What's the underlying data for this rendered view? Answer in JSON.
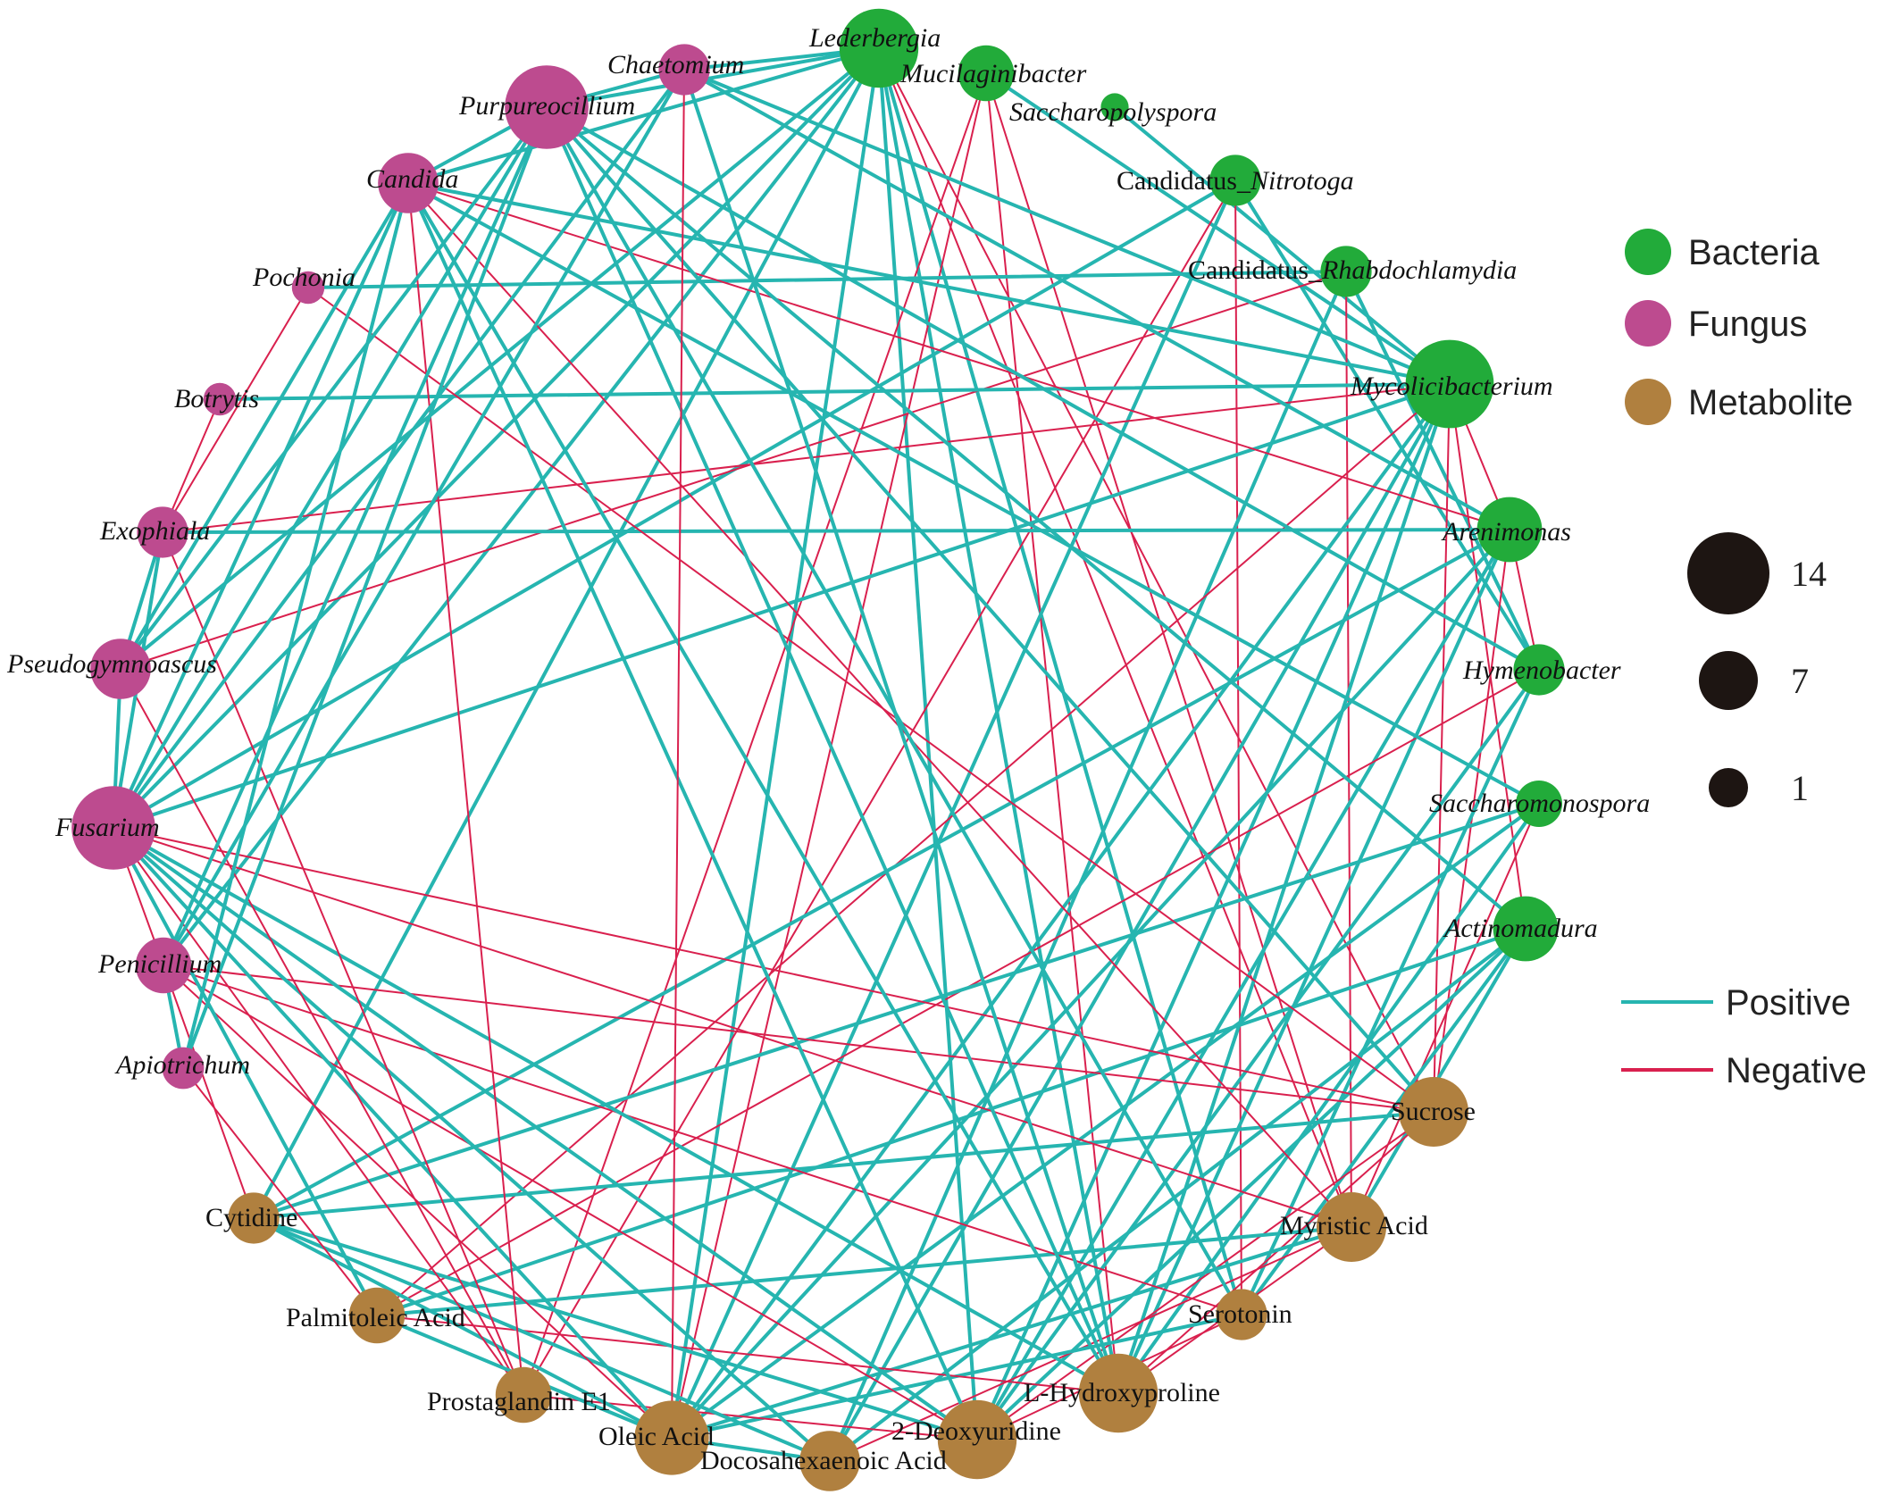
{
  "colors": {
    "bacteria": "#22ab3a",
    "fungus": "#bd4b8f",
    "metabolite": "#b0803f",
    "positive": "#26b5b0",
    "negative": "#d9204e",
    "size_legend": "#1d1512"
  },
  "legend": {
    "groups": [
      {
        "key": "bacteria",
        "label": "Bacteria"
      },
      {
        "key": "fungus",
        "label": "Fungus"
      },
      {
        "key": "metabolite",
        "label": "Metabolite"
      }
    ],
    "sizes": [
      {
        "label": "14",
        "degree": 14
      },
      {
        "label": "7",
        "degree": 7
      },
      {
        "label": "1",
        "degree": 1
      }
    ],
    "edges": [
      {
        "key": "positive",
        "label": "Positive"
      },
      {
        "key": "negative",
        "label": "Negative"
      }
    ]
  },
  "nodes": [
    {
      "id": "lederbergia",
      "prefix": "",
      "label": "Lederbergia",
      "group": "bacteria",
      "degree": 12
    },
    {
      "id": "mucilaginibacter",
      "prefix": "",
      "label": "Mucilaginibacter",
      "group": "bacteria",
      "degree": 7
    },
    {
      "id": "saccharopolyspora",
      "prefix": "",
      "label": "Saccharopolyspora",
      "group": "bacteria",
      "degree": 1
    },
    {
      "id": "nitrotoga",
      "prefix": "Candidatus_",
      "label": "Nitrotoga",
      "group": "bacteria",
      "degree": 6
    },
    {
      "id": "rhabdochlamydia",
      "prefix": "Candidatus_",
      "label": "Rhabdochlamydia",
      "group": "bacteria",
      "degree": 6
    },
    {
      "id": "mycolicibacterium",
      "prefix": "",
      "label": "Mycolicibacterium",
      "group": "bacteria",
      "degree": 14
    },
    {
      "id": "arenimonas",
      "prefix": "",
      "label": "Arenimonas",
      "group": "bacteria",
      "degree": 9
    },
    {
      "id": "hymenobacter",
      "prefix": "",
      "label": "Hymenobacter",
      "group": "bacteria",
      "degree": 6
    },
    {
      "id": "saccharomonospora",
      "prefix": "",
      "label": "Saccharomonospora",
      "group": "bacteria",
      "degree": 5
    },
    {
      "id": "actinomadura",
      "prefix": "",
      "label": "Actinomadura",
      "group": "bacteria",
      "degree": 9
    },
    {
      "id": "sucrose",
      "prefix": "",
      "label": "Sucrose",
      "group": "metabolite",
      "degree": 10
    },
    {
      "id": "myristic",
      "prefix": "",
      "label": "Myristic Acid",
      "group": "metabolite",
      "degree": 10
    },
    {
      "id": "serotonin",
      "prefix": "",
      "label": "Serotonin",
      "group": "metabolite",
      "degree": 6
    },
    {
      "id": "hydroxyproline",
      "prefix": "",
      "label": "L-Hydroxyproline",
      "group": "metabolite",
      "degree": 12
    },
    {
      "id": "deoxyuridine",
      "prefix": "",
      "label": "2-Deoxyuridine",
      "group": "metabolite",
      "degree": 12
    },
    {
      "id": "docosa",
      "prefix": "",
      "label": "Docosahexaenoic Acid",
      "group": "metabolite",
      "degree": 8
    },
    {
      "id": "oleic",
      "prefix": "",
      "label": "Oleic Acid",
      "group": "metabolite",
      "degree": 11
    },
    {
      "id": "prostaglandin",
      "prefix": "",
      "label": "Prostaglandin E1",
      "group": "metabolite",
      "degree": 7
    },
    {
      "id": "palmitoleic",
      "prefix": "",
      "label": "Palmitoleic Acid",
      "group": "metabolite",
      "degree": 7
    },
    {
      "id": "cytidine",
      "prefix": "",
      "label": "Cytidine",
      "group": "metabolite",
      "degree": 6
    },
    {
      "id": "apiotrichum",
      "prefix": "",
      "label": "Apiotrichum",
      "group": "fungus",
      "degree": 4
    },
    {
      "id": "penicillium",
      "prefix": "",
      "label": "Penicillium",
      "group": "fungus",
      "degree": 7
    },
    {
      "id": "fusarium",
      "prefix": "",
      "label": "Fusarium",
      "group": "fungus",
      "degree": 13
    },
    {
      "id": "pseudogymnoascus",
      "prefix": "",
      "label": "Pseudogymnoascus",
      "group": "fungus",
      "degree": 8
    },
    {
      "id": "exophiala",
      "prefix": "",
      "label": "Exophiala",
      "group": "fungus",
      "degree": 6
    },
    {
      "id": "botrytis",
      "prefix": "",
      "label": "Botrytis",
      "group": "fungus",
      "degree": 2
    },
    {
      "id": "pochonia",
      "prefix": "",
      "label": "Pochonia",
      "group": "fungus",
      "degree": 2
    },
    {
      "id": "candida",
      "prefix": "",
      "label": "Candida",
      "group": "fungus",
      "degree": 8
    },
    {
      "id": "purpureocillium",
      "prefix": "",
      "label": "Purpureocillium",
      "group": "fungus",
      "degree": 13
    },
    {
      "id": "chaetomium",
      "prefix": "",
      "label": "Chaetomium",
      "group": "fungus",
      "degree": 6
    }
  ],
  "edges": [
    {
      "a": "lederbergia",
      "b": "chaetomium",
      "sign": "positive"
    },
    {
      "a": "lederbergia",
      "b": "purpureocillium",
      "sign": "positive"
    },
    {
      "a": "lederbergia",
      "b": "candida",
      "sign": "positive"
    },
    {
      "a": "lederbergia",
      "b": "pseudogymnoascus",
      "sign": "positive"
    },
    {
      "a": "lederbergia",
      "b": "fusarium",
      "sign": "positive"
    },
    {
      "a": "lederbergia",
      "b": "penicillium",
      "sign": "positive"
    },
    {
      "a": "lederbergia",
      "b": "cytidine",
      "sign": "positive"
    },
    {
      "a": "lederbergia",
      "b": "oleic",
      "sign": "positive"
    },
    {
      "a": "lederbergia",
      "b": "deoxyuridine",
      "sign": "positive"
    },
    {
      "a": "lederbergia",
      "b": "hydroxyproline",
      "sign": "positive"
    },
    {
      "a": "lederbergia",
      "b": "serotonin",
      "sign": "positive"
    },
    {
      "a": "lederbergia",
      "b": "myristic",
      "sign": "negative"
    },
    {
      "a": "lederbergia",
      "b": "sucrose",
      "sign": "negative"
    },
    {
      "a": "mucilaginibacter",
      "b": "prostaglandin",
      "sign": "negative"
    },
    {
      "a": "mucilaginibacter",
      "b": "oleic",
      "sign": "negative"
    },
    {
      "a": "mucilaginibacter",
      "b": "mycolicibacterium",
      "sign": "positive"
    },
    {
      "a": "mucilaginibacter",
      "b": "myristic",
      "sign": "negative"
    },
    {
      "a": "mucilaginibacter",
      "b": "hydroxyproline",
      "sign": "negative"
    },
    {
      "a": "saccharopolyspora",
      "b": "mycolicibacterium",
      "sign": "positive"
    },
    {
      "a": "nitrotoga",
      "b": "fusarium",
      "sign": "positive"
    },
    {
      "a": "nitrotoga",
      "b": "oleic",
      "sign": "positive"
    },
    {
      "a": "nitrotoga",
      "b": "hymenobacter",
      "sign": "positive"
    },
    {
      "a": "nitrotoga",
      "b": "serotonin",
      "sign": "negative"
    },
    {
      "a": "nitrotoga",
      "b": "prostaglandin",
      "sign": "negative"
    },
    {
      "a": "rhabdochlamydia",
      "b": "pochonia",
      "sign": "positive"
    },
    {
      "a": "rhabdochlamydia",
      "b": "pseudogymnoascus",
      "sign": "negative"
    },
    {
      "a": "rhabdochlamydia",
      "b": "docosa",
      "sign": "positive"
    },
    {
      "a": "rhabdochlamydia",
      "b": "hymenobacter",
      "sign": "positive"
    },
    {
      "a": "rhabdochlamydia",
      "b": "myristic",
      "sign": "negative"
    },
    {
      "a": "mycolicibacterium",
      "b": "chaetomium",
      "sign": "positive"
    },
    {
      "a": "mycolicibacterium",
      "b": "candida",
      "sign": "positive"
    },
    {
      "a": "mycolicibacterium",
      "b": "botrytis",
      "sign": "positive"
    },
    {
      "a": "mycolicibacterium",
      "b": "exophiala",
      "sign": "negative"
    },
    {
      "a": "mycolicibacterium",
      "b": "fusarium",
      "sign": "positive"
    },
    {
      "a": "mycolicibacterium",
      "b": "palmitoleic",
      "sign": "negative"
    },
    {
      "a": "mycolicibacterium",
      "b": "oleic",
      "sign": "positive"
    },
    {
      "a": "mycolicibacterium",
      "b": "docosa",
      "sign": "positive"
    },
    {
      "a": "mycolicibacterium",
      "b": "deoxyuridine",
      "sign": "positive"
    },
    {
      "a": "mycolicibacterium",
      "b": "hydroxyproline",
      "sign": "positive"
    },
    {
      "a": "mycolicibacterium",
      "b": "sucrose",
      "sign": "negative"
    },
    {
      "a": "mycolicibacterium",
      "b": "actinomadura",
      "sign": "negative"
    },
    {
      "a": "mycolicibacterium",
      "b": "arenimonas",
      "sign": "negative"
    },
    {
      "a": "arenimonas",
      "b": "exophiala",
      "sign": "positive"
    },
    {
      "a": "arenimonas",
      "b": "candida",
      "sign": "negative"
    },
    {
      "a": "arenimonas",
      "b": "chaetomium",
      "sign": "positive"
    },
    {
      "a": "arenimonas",
      "b": "cytidine",
      "sign": "positive"
    },
    {
      "a": "arenimonas",
      "b": "oleic",
      "sign": "positive"
    },
    {
      "a": "arenimonas",
      "b": "deoxyuridine",
      "sign": "positive"
    },
    {
      "a": "arenimonas",
      "b": "hydroxyproline",
      "sign": "positive"
    },
    {
      "a": "arenimonas",
      "b": "sucrose",
      "sign": "negative"
    },
    {
      "a": "arenimonas",
      "b": "hymenobacter",
      "sign": "negative"
    },
    {
      "a": "hymenobacter",
      "b": "purpureocillium",
      "sign": "positive"
    },
    {
      "a": "hymenobacter",
      "b": "palmitoleic",
      "sign": "negative"
    },
    {
      "a": "hymenobacter",
      "b": "deoxyuridine",
      "sign": "positive"
    },
    {
      "a": "hymenobacter",
      "b": "serotonin",
      "sign": "positive"
    },
    {
      "a": "saccharomonospora",
      "b": "candida",
      "sign": "positive"
    },
    {
      "a": "saccharomonospora",
      "b": "cytidine",
      "sign": "positive"
    },
    {
      "a": "saccharomonospora",
      "b": "oleic",
      "sign": "positive"
    },
    {
      "a": "saccharomonospora",
      "b": "hydroxyproline",
      "sign": "positive"
    },
    {
      "a": "saccharomonospora",
      "b": "myristic",
      "sign": "negative"
    },
    {
      "a": "actinomadura",
      "b": "purpureocillium",
      "sign": "positive"
    },
    {
      "a": "actinomadura",
      "b": "palmitoleic",
      "sign": "positive"
    },
    {
      "a": "actinomadura",
      "b": "docosa",
      "sign": "positive"
    },
    {
      "a": "actinomadura",
      "b": "serotonin",
      "sign": "positive"
    },
    {
      "a": "actinomadura",
      "b": "myristic",
      "sign": "positive"
    },
    {
      "a": "actinomadura",
      "b": "deoxyuridine",
      "sign": "positive"
    },
    {
      "a": "sucrose",
      "b": "fusarium",
      "sign": "negative"
    },
    {
      "a": "sucrose",
      "b": "penicillium",
      "sign": "negative"
    },
    {
      "a": "sucrose",
      "b": "purpureocillium",
      "sign": "positive"
    },
    {
      "a": "sucrose",
      "b": "pochonia",
      "sign": "negative"
    },
    {
      "a": "sucrose",
      "b": "deoxyuridine",
      "sign": "negative"
    },
    {
      "a": "sucrose",
      "b": "hydroxyproline",
      "sign": "negative"
    },
    {
      "a": "sucrose",
      "b": "cytidine",
      "sign": "positive"
    },
    {
      "a": "myristic",
      "b": "fusarium",
      "sign": "negative"
    },
    {
      "a": "myristic",
      "b": "candida",
      "sign": "negative"
    },
    {
      "a": "myristic",
      "b": "palmitoleic",
      "sign": "positive"
    },
    {
      "a": "myristic",
      "b": "oleic",
      "sign": "positive"
    },
    {
      "a": "myristic",
      "b": "docosa",
      "sign": "negative"
    },
    {
      "a": "myristic",
      "b": "hydroxyproline",
      "sign": "negative"
    },
    {
      "a": "serotonin",
      "b": "purpureocillium",
      "sign": "positive"
    },
    {
      "a": "serotonin",
      "b": "penicillium",
      "sign": "negative"
    },
    {
      "a": "serotonin",
      "b": "deoxyuridine",
      "sign": "negative"
    },
    {
      "a": "serotonin",
      "b": "oleic",
      "sign": "positive"
    },
    {
      "a": "hydroxyproline",
      "b": "purpureocillium",
      "sign": "positive"
    },
    {
      "a": "hydroxyproline",
      "b": "candida",
      "sign": "positive"
    },
    {
      "a": "hydroxyproline",
      "b": "fusarium",
      "sign": "positive"
    },
    {
      "a": "hydroxyproline",
      "b": "palmitoleic",
      "sign": "negative"
    },
    {
      "a": "hydroxyproline",
      "b": "chaetomium",
      "sign": "positive"
    },
    {
      "a": "deoxyuridine",
      "b": "fusarium",
      "sign": "positive"
    },
    {
      "a": "deoxyuridine",
      "b": "penicillium",
      "sign": "negative"
    },
    {
      "a": "deoxyuridine",
      "b": "candida",
      "sign": "positive"
    },
    {
      "a": "deoxyuridine",
      "b": "prostaglandin",
      "sign": "negative"
    },
    {
      "a": "deoxyuridine",
      "b": "cytidine",
      "sign": "positive"
    },
    {
      "a": "docosa",
      "b": "fusarium",
      "sign": "positive"
    },
    {
      "a": "docosa",
      "b": "cytidine",
      "sign": "positive"
    },
    {
      "a": "docosa",
      "b": "oleic",
      "sign": "positive"
    },
    {
      "a": "oleic",
      "b": "fusarium",
      "sign": "positive"
    },
    {
      "a": "oleic",
      "b": "penicillium",
      "sign": "negative"
    },
    {
      "a": "oleic",
      "b": "chaetomium",
      "sign": "negative"
    },
    {
      "a": "oleic",
      "b": "cytidine",
      "sign": "positive"
    },
    {
      "a": "prostaglandin",
      "b": "pseudogymnoascus",
      "sign": "negative"
    },
    {
      "a": "prostaglandin",
      "b": "exophiala",
      "sign": "negative"
    },
    {
      "a": "prostaglandin",
      "b": "fusarium",
      "sign": "negative"
    },
    {
      "a": "prostaglandin",
      "b": "candida",
      "sign": "negative"
    },
    {
      "a": "palmitoleic",
      "b": "fusarium",
      "sign": "positive"
    },
    {
      "a": "palmitoleic",
      "b": "apiotrichum",
      "sign": "negative"
    },
    {
      "a": "palmitoleic",
      "b": "oleic",
      "sign": "positive"
    },
    {
      "a": "cytidine",
      "b": "penicillium",
      "sign": "negative"
    },
    {
      "a": "apiotrichum",
      "b": "penicillium",
      "sign": "positive"
    },
    {
      "a": "apiotrichum",
      "b": "purpureocillium",
      "sign": "positive"
    },
    {
      "a": "apiotrichum",
      "b": "candida",
      "sign": "positive"
    },
    {
      "a": "penicillium",
      "b": "fusarium",
      "sign": "negative"
    },
    {
      "a": "penicillium",
      "b": "purpureocillium",
      "sign": "positive"
    },
    {
      "a": "penicillium",
      "b": "chaetomium",
      "sign": "positive"
    },
    {
      "a": "fusarium",
      "b": "pseudogymnoascus",
      "sign": "positive"
    },
    {
      "a": "fusarium",
      "b": "exophiala",
      "sign": "positive"
    },
    {
      "a": "fusarium",
      "b": "purpureocillium",
      "sign": "positive"
    },
    {
      "a": "fusarium",
      "b": "candida",
      "sign": "positive"
    },
    {
      "a": "fusarium",
      "b": "chaetomium",
      "sign": "positive"
    },
    {
      "a": "pseudogymnoascus",
      "b": "exophiala",
      "sign": "positive"
    },
    {
      "a": "pseudogymnoascus",
      "b": "purpureocillium",
      "sign": "positive"
    },
    {
      "a": "pseudogymnoascus",
      "b": "candida",
      "sign": "positive"
    },
    {
      "a": "exophiala",
      "b": "botrytis",
      "sign": "negative"
    },
    {
      "a": "exophiala",
      "b": "pochonia",
      "sign": "negative"
    },
    {
      "a": "candida",
      "b": "purpureocillium",
      "sign": "positive"
    },
    {
      "a": "purpureocillium",
      "b": "chaetomium",
      "sign": "positive"
    }
  ]
}
